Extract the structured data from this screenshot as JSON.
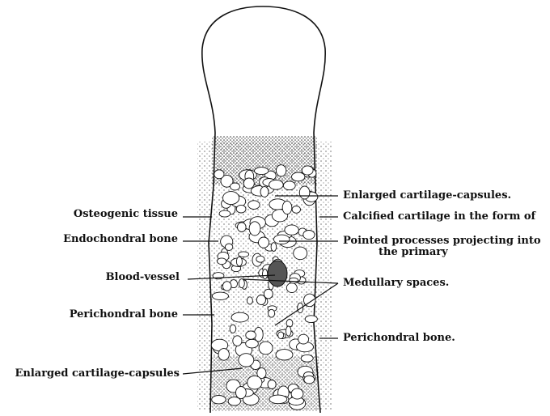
{
  "labels": {
    "enlarged_capsules_right": "Enlarged cartilage-capsules.",
    "calcified_cartilage": "Calcified cartilage in the form of",
    "pointed_processes_line1": "Pointed processes projecting into",
    "pointed_processes_line2": "the primary",
    "medullary_spaces": "Medullary spaces.",
    "perichondral_bone_right": "Perichondral bone.",
    "osteogenic_tissue": "Osteogenic tissue",
    "endochondral_bone": "Endochondral bone",
    "blood_vessel": "Blood-vessel",
    "perichondral_bone_left": "Perichondral bone",
    "enlarged_capsules_left": "Enlarged cartilage-capsules"
  }
}
